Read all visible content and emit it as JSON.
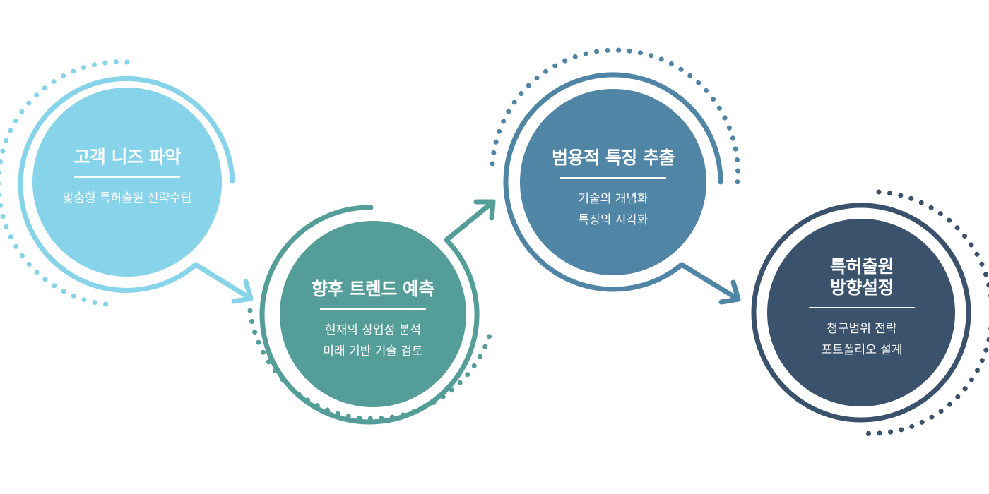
{
  "steps": [
    {
      "title": "고객 니즈 파악",
      "lines": [
        "맞춤형 특허출원 전략수립"
      ],
      "color": "#87d3e9"
    },
    {
      "title": "향후 트렌드 예측",
      "lines": [
        "현재의 상업성 분석",
        "미래 기반 기술 검토"
      ],
      "color": "#559d98"
    },
    {
      "title": "범용적 특징 추출",
      "lines": [
        "기술의 개념화",
        "특징의 시각화"
      ],
      "color": "#5085a5"
    },
    {
      "title_lines": [
        "특허출원",
        "방향설정"
      ],
      "lines": [
        "청구범위 전략",
        "포트폴리오 설계"
      ],
      "color": "#3b526c"
    }
  ]
}
